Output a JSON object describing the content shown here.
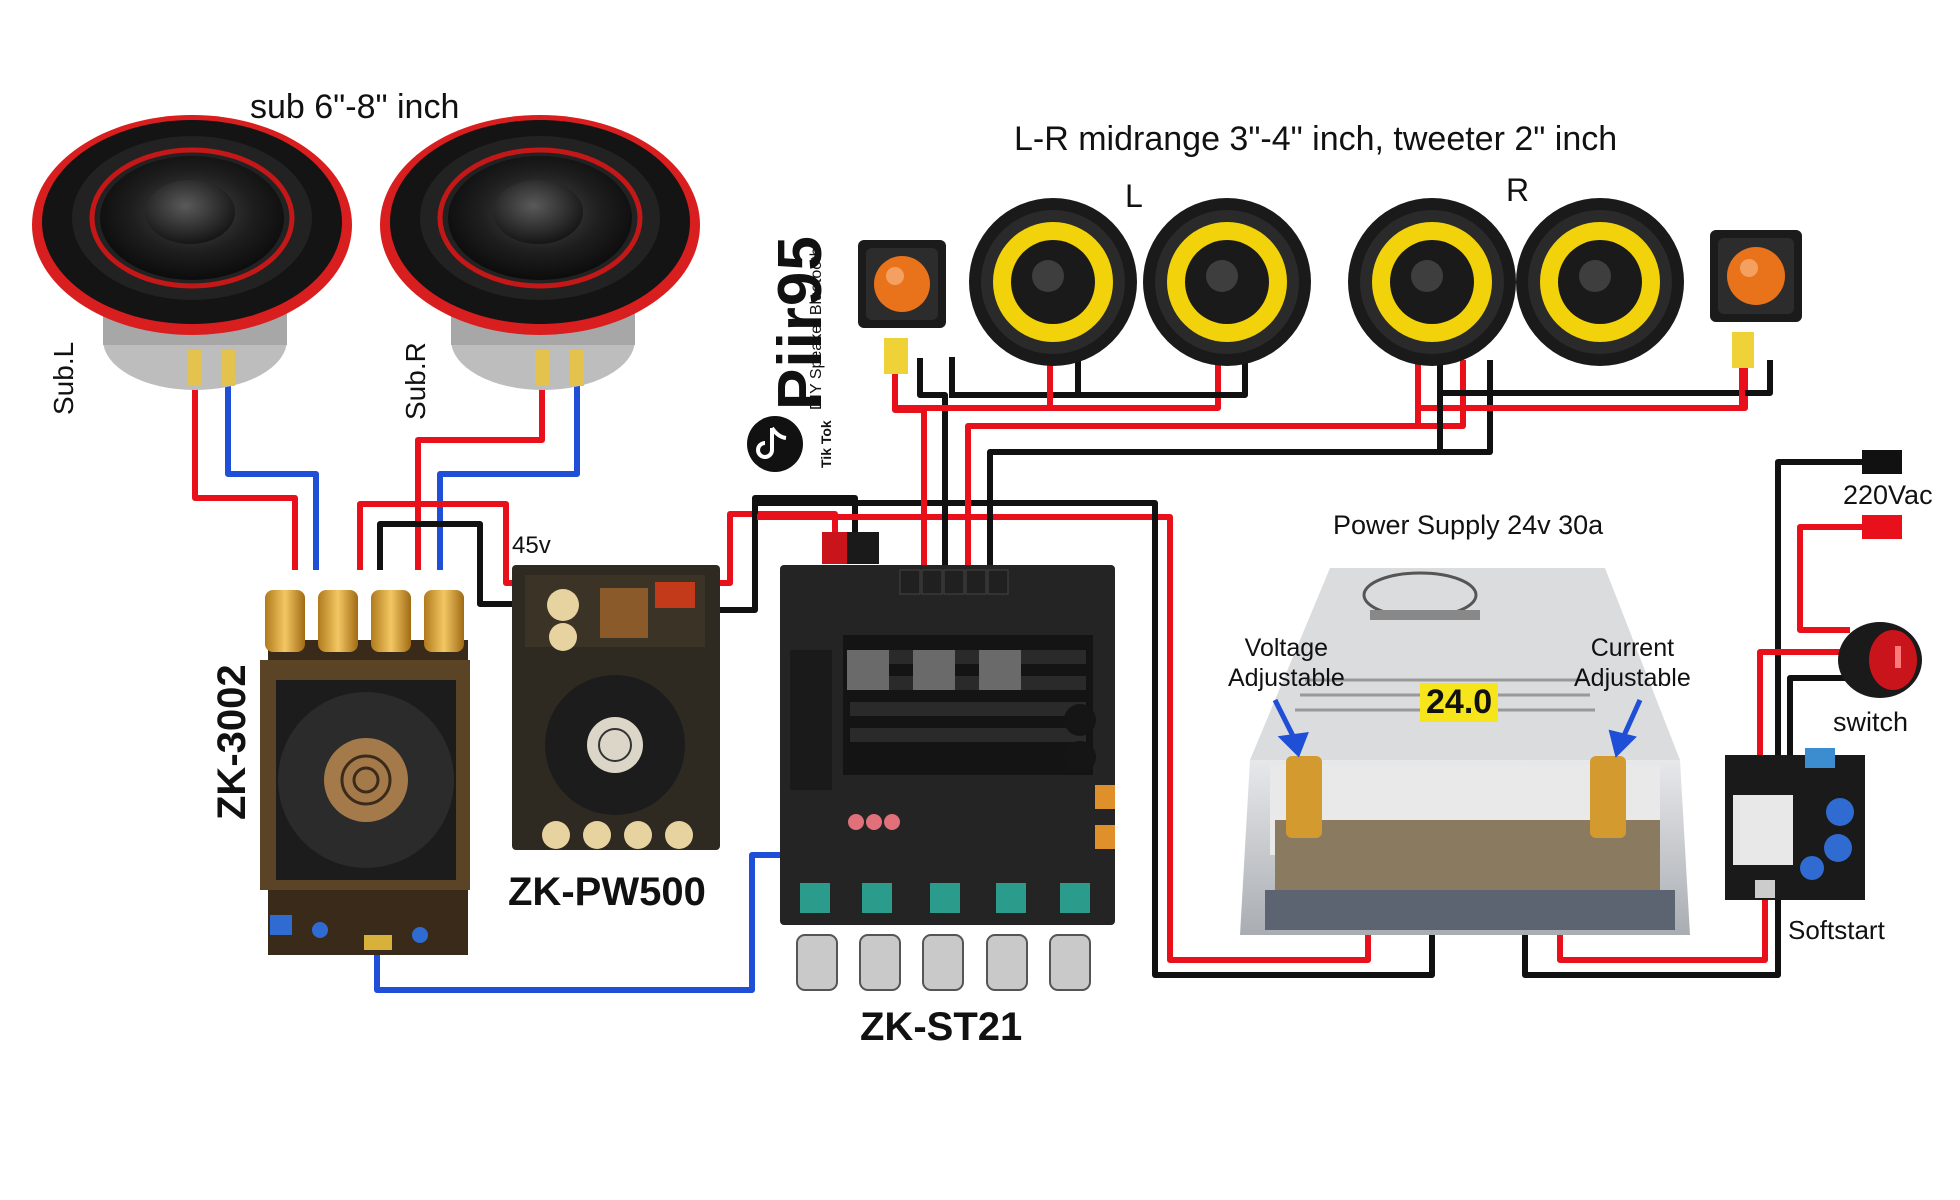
{
  "labels": {
    "sub_title": "sub 6\"-8\" inch",
    "midrange_title": "L-R midrange 3\"-4\" inch, tweeter 2\" inch",
    "left": "L",
    "right": "R",
    "sub_left": "Sub.L",
    "sub_right": "Sub.R",
    "voltage_45": "45v",
    "power_supply": "Power Supply 24v 30a",
    "voltage_adjustable": "Voltage\nAdjustable",
    "current_adjustable": "Current\nAdjustable",
    "mains": "220Vac",
    "switch": "switch",
    "softstart": "Softstart",
    "zk3002": "ZK-3002",
    "zkpw500": "ZK-PW500",
    "zkst21": "ZK-ST21",
    "psu_display": "24.0"
  },
  "brand": {
    "name": "Piir95",
    "tagline": "DIY Speaker Bluetooth",
    "platform": "Tik Tok"
  },
  "colors": {
    "positive_wire": "#e8101a",
    "negative_wire": "#111111",
    "signal_wire": "#1f4fd6",
    "speaker_red": "#d81e1e",
    "speaker_yellow": "#f2d20a",
    "tweeter_orange": "#e8731a",
    "board": "#2a2a2a",
    "psu_body": "#c9ccd0"
  }
}
